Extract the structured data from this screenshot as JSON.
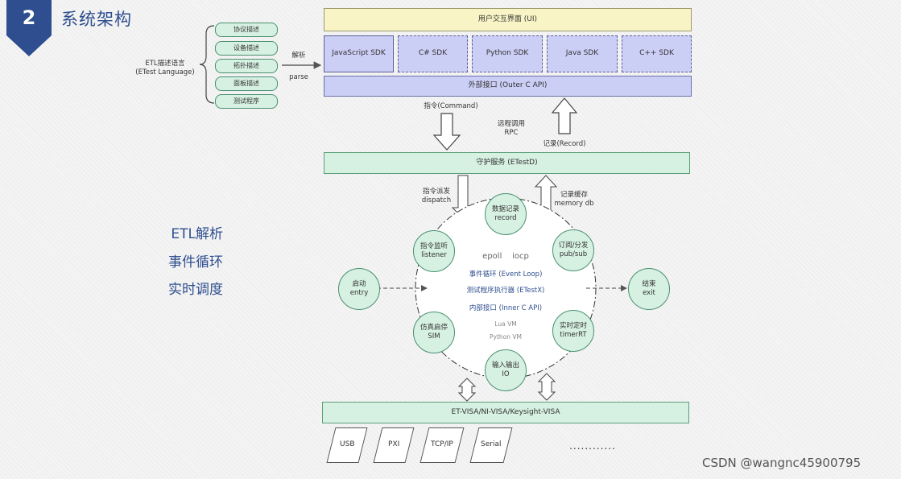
{
  "header": {
    "number": "2",
    "title": "系统架构"
  },
  "etl": {
    "label_line1": "ETL描述语言",
    "label_line2": "(ETest Language)",
    "items": [
      "协议描述",
      "设备描述",
      "拓扑描述",
      "面板描述",
      "测试程序"
    ],
    "parse_cn": "解析",
    "parse_en": "parse"
  },
  "ui_box": "用户交互界面 (UI)",
  "sdks": [
    "JavaScript SDK",
    "C# SDK",
    "Python SDK",
    "Java SDK",
    "C++ SDK"
  ],
  "outer_api": "外部接口 (Outer C API)",
  "arrows": {
    "command": "指令(Command)",
    "rpc_cn": "远程调用",
    "rpc_en": "RPC",
    "record": "记录(Record)",
    "dispatch_cn": "指令派发",
    "dispatch_en": "dispatch",
    "memdb_cn": "记录缓存",
    "memdb_en": "memory db"
  },
  "daemon": "守护服务 (ETestD)",
  "nodes": {
    "record": {
      "cn": "数据记录",
      "en": "record"
    },
    "listener": {
      "cn": "指令监听",
      "en": "listener"
    },
    "pubsub": {
      "cn": "订阅/分发",
      "en": "pub/sub"
    },
    "sim": {
      "cn": "仿真启停",
      "en": "SIM"
    },
    "timer": {
      "cn": "实时定时",
      "en": "timerRT"
    },
    "io": {
      "cn": "输入输出",
      "en": "IO"
    },
    "entry": {
      "cn": "启动",
      "en": "entry"
    },
    "exit": {
      "cn": "结束",
      "en": "exit"
    }
  },
  "core": {
    "epoll": "epoll",
    "iocp": "iocp",
    "event_loop": "事件循环 (Event Loop)",
    "executor": "测试程序执行器 (ETestX)",
    "inner_api": "内部接口 (Inner C API)",
    "lua": "Lua VM",
    "python": "Python VM"
  },
  "side": [
    "ETL解析",
    "事件循环",
    "实时调度"
  ],
  "visa": "ET-VISA/NI-VISA/Keysight-VISA",
  "buses": [
    "USB",
    "PXI",
    "TCP/IP",
    "Serial"
  ],
  "ellipsis": "............",
  "watermark": "CSDN @wangnc45900795",
  "colors": {
    "accent": "#2e4e8f",
    "green_fill": "#d6f0e2",
    "purple_fill": "#cccff5",
    "yellow_fill": "#f8f4c5"
  }
}
